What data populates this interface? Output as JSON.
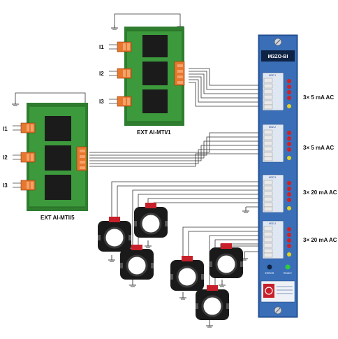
{
  "module": {
    "title": "M3ZO-BI",
    "group_labels": [
      "M3Z-1",
      "M3Z-2",
      "M3Z-3",
      "M3Z-4"
    ],
    "bottom_left_label": "ERROR",
    "bottom_right_label": "READY"
  },
  "boards": [
    {
      "id": "board1",
      "caption": "EXT AI-MTI/1",
      "inputs": [
        "I1",
        "I2",
        "I3"
      ]
    },
    {
      "id": "board5",
      "caption": "EXT AI-MTI/5",
      "inputs": [
        "I1",
        "I2",
        "I3"
      ]
    }
  ],
  "channel_labels": [
    "3× 5 mA AC",
    "3× 5 mA AC",
    "3× 20 mA AC",
    "3× 20 mA AC"
  ],
  "colors": {
    "board_green": "#3c9a3c",
    "connector_orange": "#e8772e",
    "module_blue": "#2b5fa8",
    "led_red": "#d81e1e",
    "led_yellow": "#e6d21a",
    "sensor_black": "#1a1a1a"
  }
}
